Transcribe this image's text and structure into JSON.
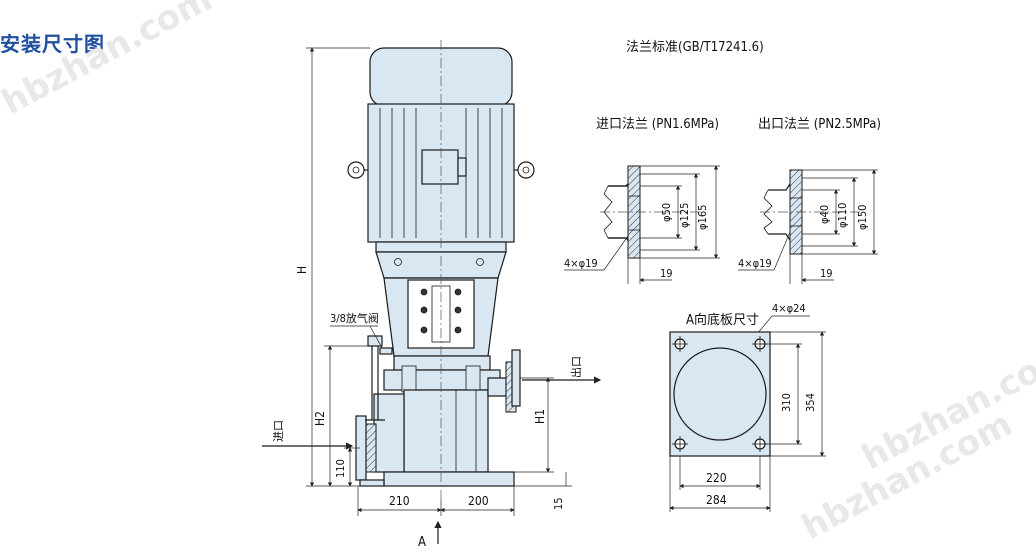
{
  "title": "安装尺寸图",
  "watermark": "hbzhan.com",
  "flange_standard": "法兰标准(GB/T17241.6)",
  "inlet_flange": {
    "title": "进口法兰 (PN1.6MPa)",
    "bolts": "4×φ19",
    "d_inner": "φ50",
    "d_pcd": "φ125",
    "d_outer": "φ165",
    "thickness": "19"
  },
  "outlet_flange": {
    "title": "出口法兰 (PN2.5MPa)",
    "bolts": "4×φ19",
    "d_inner": "φ40",
    "d_pcd": "φ110",
    "d_outer": "φ150",
    "thickness": "19"
  },
  "base_plate": {
    "title": "A向底板尺寸",
    "holes": "4×φ24",
    "hole_span_x": "220",
    "overall_x": "284",
    "hole_span_y": "310",
    "overall_y": "354"
  },
  "pump": {
    "label_H": "H",
    "label_H1": "H1",
    "label_H2": "H2",
    "label_110": "110",
    "label_210": "210",
    "label_200": "200",
    "label_15": "15",
    "label_A": "A",
    "vent_valve": "3/8放气阀",
    "inlet": "进口",
    "outlet": "出口"
  }
}
